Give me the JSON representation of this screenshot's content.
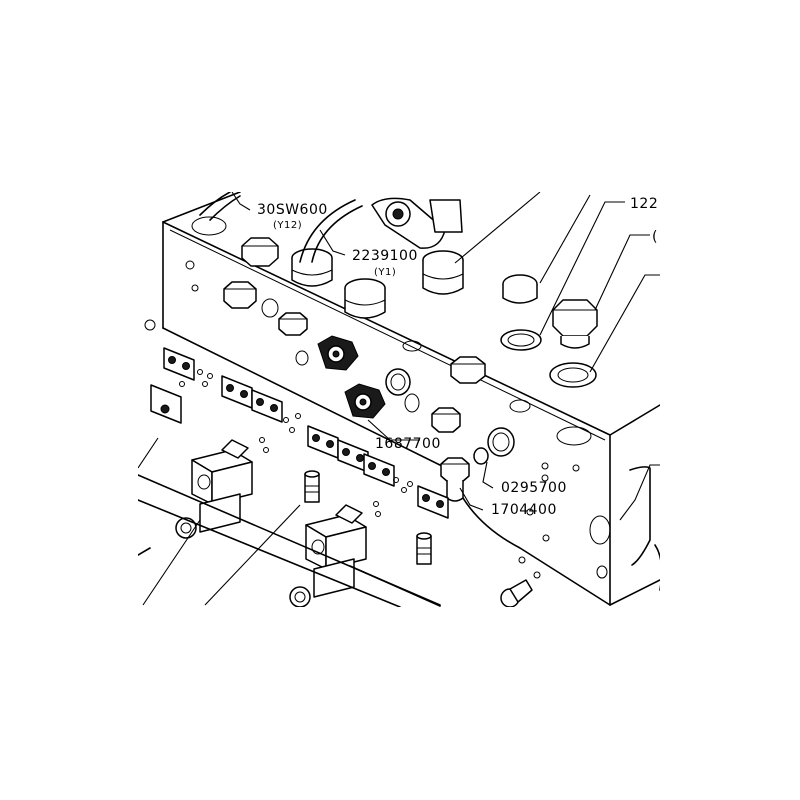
{
  "diagram": {
    "callouts": {
      "c_30sw600": "30SW600",
      "c_30sw600_sub": "(Y12)",
      "c_2239100": "2239100",
      "c_2239100_sub": "(Y1)",
      "c_1687700": "1687700",
      "c_0295700": "0295700",
      "c_1704400": "1704400",
      "c_122": "122",
      "c_edge": "("
    }
  }
}
